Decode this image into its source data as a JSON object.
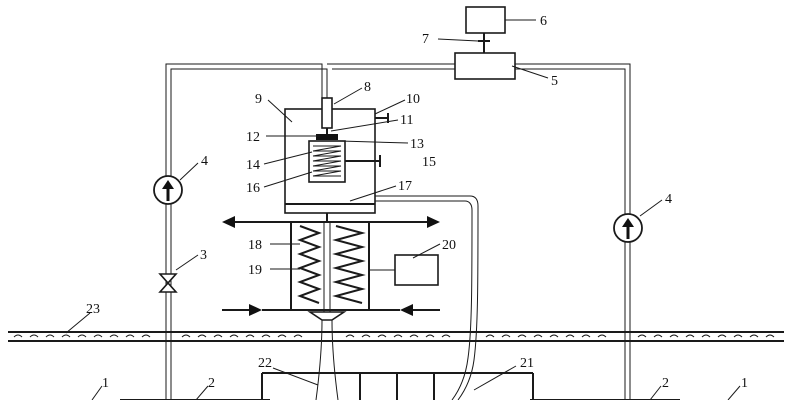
{
  "labels": {
    "l1a": "1",
    "l1b": "1",
    "l2a": "2",
    "l2b": "2",
    "l3": "3",
    "l4a": "4",
    "l4b": "4",
    "l5": "5",
    "l6": "6",
    "l7": "7",
    "l8": "8",
    "l9": "9",
    "l10": "10",
    "l11": "11",
    "l12": "12",
    "l13": "13",
    "l14": "14",
    "l15": "15",
    "l16": "16",
    "l17": "17",
    "l18": "18",
    "l19": "19",
    "l20": "20",
    "l21": "21",
    "l22": "22",
    "l23": "23"
  },
  "icons": {
    "pump": "pump-arrow-circle",
    "valve": "bowtie-valve"
  }
}
